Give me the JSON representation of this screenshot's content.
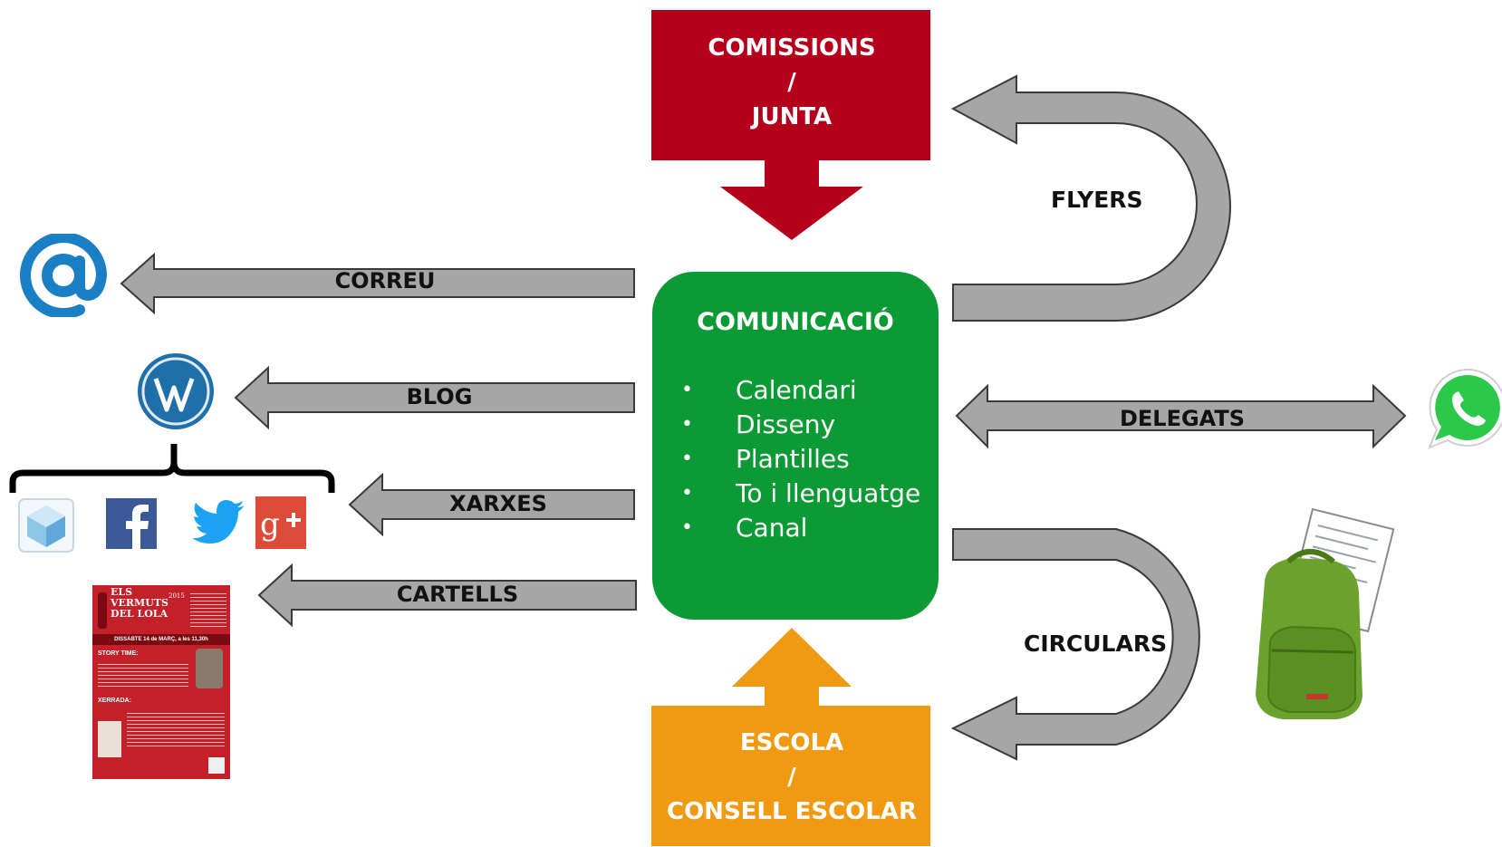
{
  "boxes": {
    "top": {
      "lines": [
        "COMISSIONS",
        "/",
        "JUNTA"
      ],
      "color": "#b5001c"
    },
    "bottom": {
      "lines": [
        "ESCOLA",
        "/",
        "CONSELL ESCOLAR"
      ],
      "color": "#ef9a12"
    },
    "center": {
      "title": "COMUNICACIÓ",
      "items": [
        "Calendari",
        "Disseny",
        "Plantilles",
        "To i llenguatge",
        "Canal"
      ],
      "color": "#0c9a35"
    }
  },
  "arrows": {
    "correu": "CORREU",
    "blog": "BLOG",
    "xarxes": "XARXES",
    "cartells": "CARTELLS",
    "delegats": "DELEGATS"
  },
  "labels": {
    "flyers": "FLYERS",
    "circulars": "CIRCULARS"
  },
  "icons": {
    "email": "at-sign-icon",
    "blog": "wordpress-icon",
    "social": [
      "ice-cube-icon",
      "facebook-icon",
      "twitter-icon",
      "google-plus-icon"
    ],
    "messaging": "whatsapp-icon",
    "flyer": "backpack-letter-icon"
  },
  "poster": {
    "title_lines": [
      "ELS",
      "VERMUTS",
      "DEL LOLA"
    ],
    "year": "2015",
    "date_line": "DISSABTE 14 de MARÇ, a les 11,30h",
    "section1": "STORY TIME:",
    "section2": "XERRADA:"
  },
  "colors": {
    "arrow_fill": "#a6a6a6",
    "arrow_stroke": "#3a3a3a",
    "facebook": "#3b5998",
    "twitter": "#1da1f2",
    "google_plus": "#dd4b39",
    "email_blue": "#1a7fc4",
    "whatsapp": "#2cc84a",
    "backpack": "#6aa22d"
  }
}
